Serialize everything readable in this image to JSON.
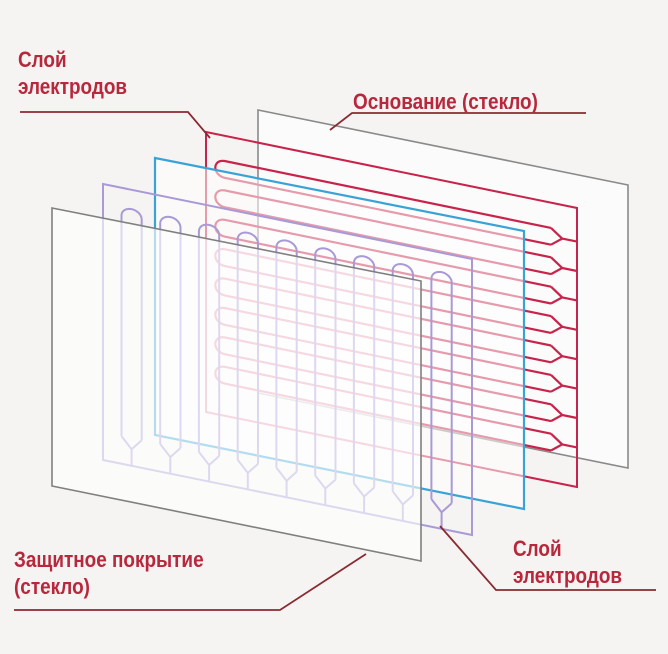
{
  "labels": {
    "electrode_top": {
      "line1": "Слой",
      "line2": "электродов"
    },
    "base": {
      "line1": "Основание (стекло)"
    },
    "electrode_bottom": {
      "line1": "Слой",
      "line2": "электродов"
    },
    "coating": {
      "line1": "Защитное покрытие",
      "line2": "(стекло)"
    }
  },
  "colors": {
    "label_text": "#b8283d",
    "leader_line": "#8a2a33",
    "red_electrodes": "#c8234a",
    "blue_layer": "#3aa3d6",
    "violet_electrodes": "#a99ad6",
    "glass_edge": "#7d7d7d",
    "glass_fill": "#ffffff"
  }
}
